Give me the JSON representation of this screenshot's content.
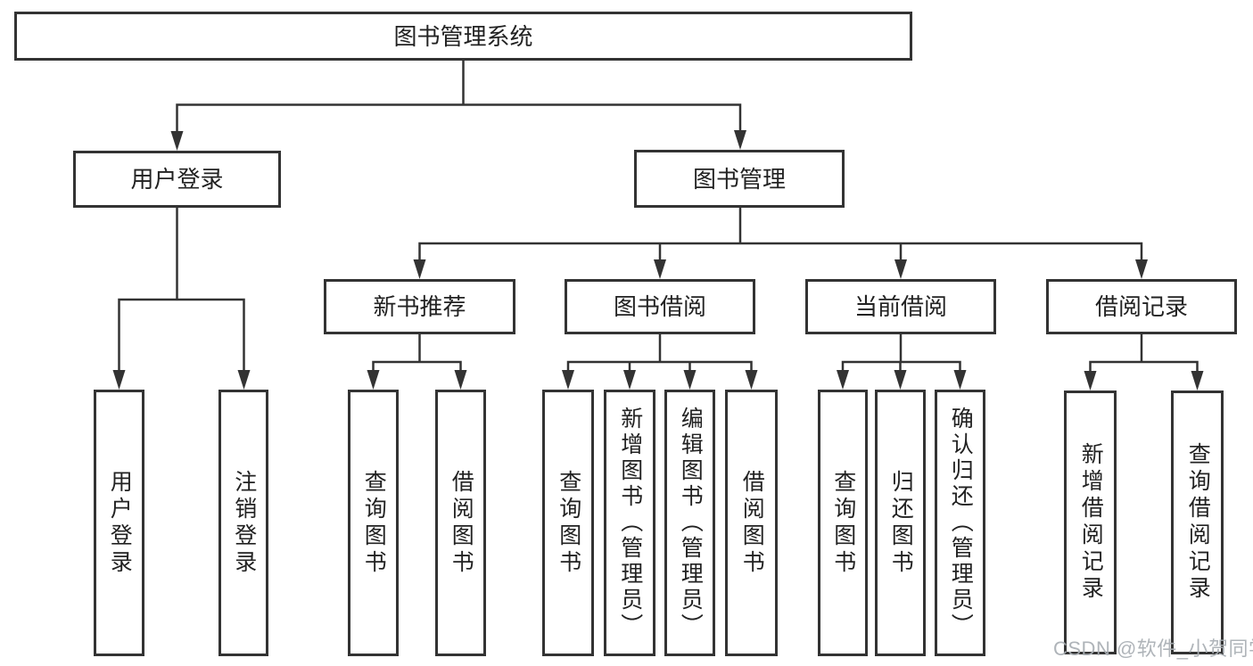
{
  "tree": {
    "root": {
      "label": "图书管理系统",
      "children": [
        {
          "label": "用户登录",
          "children": [
            {
              "label": "用户登录"
            },
            {
              "label": "注销登录"
            }
          ]
        },
        {
          "label": "图书管理",
          "children": [
            {
              "label": "新书推荐",
              "children": [
                {
                  "label": "查询图书"
                },
                {
                  "label": "借阅图书"
                }
              ]
            },
            {
              "label": "图书借阅",
              "children": [
                {
                  "label": "查询图书"
                },
                {
                  "label": "新增图书（管理员）"
                },
                {
                  "label": "编辑图书（管理员）"
                },
                {
                  "label": "借阅图书"
                }
              ]
            },
            {
              "label": "当前借阅",
              "children": [
                {
                  "label": "查询图书"
                },
                {
                  "label": "归还图书"
                },
                {
                  "label": "确认归还（管理员）"
                }
              ]
            },
            {
              "label": "借阅记录",
              "children": [
                {
                  "label": "新增借阅记录"
                },
                {
                  "label": "查询借阅记录"
                }
              ]
            }
          ]
        }
      ]
    }
  },
  "watermark": "CSDN @软件_小贺同学",
  "colors": {
    "line": "#333333",
    "text": "#222222",
    "watermark": "#a8aeb3",
    "background": "#ffffff"
  }
}
